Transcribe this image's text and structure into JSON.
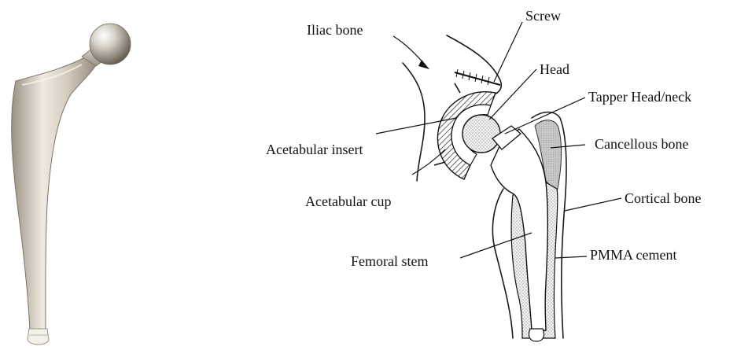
{
  "labels": {
    "iliac_bone": "Iliac bone",
    "screw": "Screw",
    "head": "Head",
    "tapper_head_neck": "Tapper Head/neck",
    "acetabular_insert": "Acetabular insert",
    "cancellous_bone": "Cancellous bone",
    "acetabular_cup": "Acetabular cup",
    "cortical_bone": "Cortical bone",
    "femoral_stem": "Femoral stem",
    "pmma_cement": "PMMA cement"
  },
  "colors": {
    "background": "#ffffff",
    "ink": "#111111",
    "metal_light": "#e9e3d8",
    "metal_mid": "#c9c0b1",
    "metal_dark": "#8a8174",
    "cancellous_fill": "#cfcfcf",
    "cement_fill": "#e8e8e8"
  },
  "icons": {
    "photo": "hip-implant-photo",
    "diagram": "hip-joint-cross-section"
  }
}
